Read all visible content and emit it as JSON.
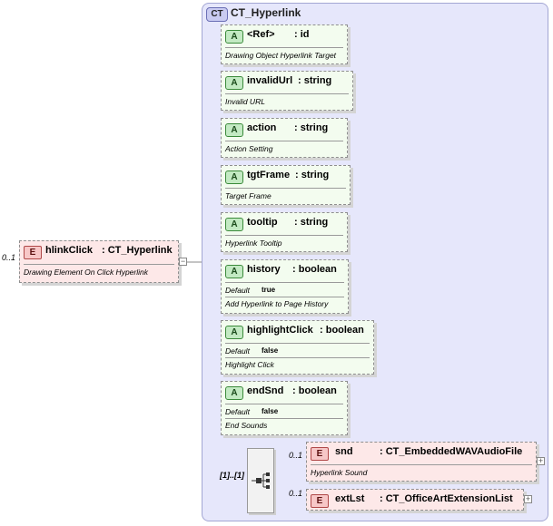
{
  "root": {
    "multiplicity": "0..1",
    "badge": "E",
    "name": "hlinkClick",
    "type": ": CT_Hyperlink",
    "doc": "Drawing Element On Click Hyperlink",
    "toggle": "−"
  },
  "complex_type": {
    "badge": "CT",
    "name": "CT_Hyperlink"
  },
  "attributes": [
    {
      "badge": "A",
      "name": "<Ref>",
      "type": ": id",
      "doc": "Drawing Object Hyperlink Target"
    },
    {
      "badge": "A",
      "name": "invalidUrl",
      "type": ": string",
      "doc": "Invalid URL"
    },
    {
      "badge": "A",
      "name": "action",
      "type": ": string",
      "doc": "Action Setting"
    },
    {
      "badge": "A",
      "name": "tgtFrame",
      "type": ": string",
      "doc": "Target Frame"
    },
    {
      "badge": "A",
      "name": "tooltip",
      "type": ": string",
      "doc": "Hyperlink Tooltip"
    },
    {
      "badge": "A",
      "name": "history",
      "type": ": boolean",
      "default_label": "Default",
      "default_value": "true",
      "doc": "Add Hyperlink to Page History"
    },
    {
      "badge": "A",
      "name": "highlightClick",
      "type": ": boolean",
      "default_label": "Default",
      "default_value": "false",
      "doc": "Highlight Click"
    },
    {
      "badge": "A",
      "name": "endSnd",
      "type": ": boolean",
      "default_label": "Default",
      "default_value": "false",
      "doc": "End Sounds"
    }
  ],
  "sequence": {
    "multiplicity": "[1]..[1]",
    "icon": "sequence-compositor-icon"
  },
  "children": [
    {
      "multiplicity": "0..1",
      "badge": "E",
      "name": "snd",
      "type": ": CT_EmbeddedWAVAudioFile",
      "doc": "Hyperlink Sound",
      "expand": "+"
    },
    {
      "multiplicity": "0..1",
      "badge": "E",
      "name": "extLst",
      "type": ": CT_OfficeArtExtensionList",
      "expand": "+"
    }
  ]
}
